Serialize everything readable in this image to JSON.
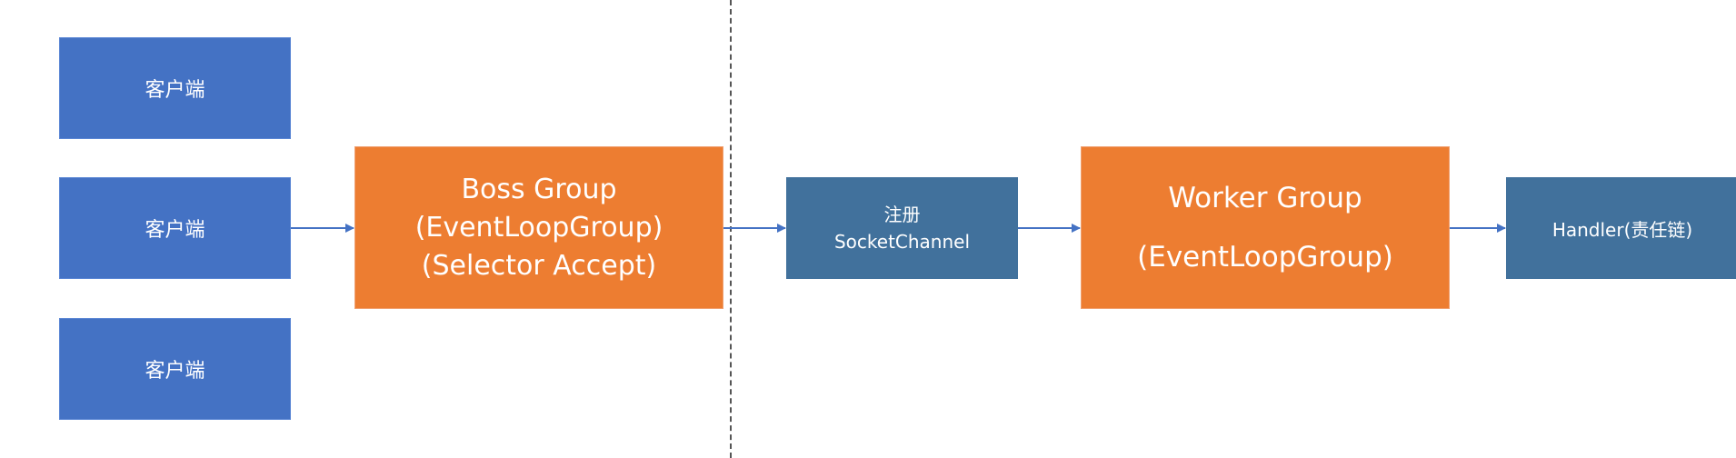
{
  "diagram": {
    "clients": [
      {
        "label": "客户端"
      },
      {
        "label": "客户端"
      },
      {
        "label": "客户端"
      }
    ],
    "boss_group": {
      "lines": [
        "Boss Group",
        "(EventLoopGroup)",
        "(Selector Accept)"
      ]
    },
    "register": {
      "lines": [
        "注册",
        "SocketChannel"
      ]
    },
    "worker_group": {
      "lines": [
        "Worker Group",
        "(EventLoopGroup)"
      ]
    },
    "handler": {
      "label": "Handler(责任链)"
    },
    "colors": {
      "client_fill": "#4472c4",
      "group_fill": "#ed7d31",
      "step_fill": "#41719c",
      "arrow": "#4472c4",
      "divider": "#555555"
    }
  }
}
